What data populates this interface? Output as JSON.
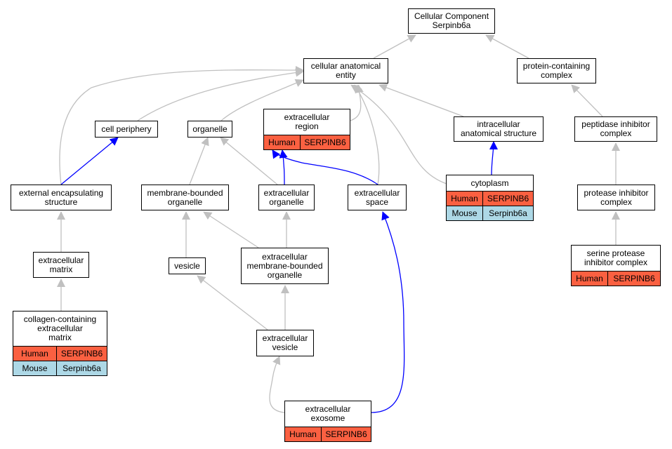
{
  "colors": {
    "gray_edge": "#c0c0c0",
    "blue_edge": "#0000ff",
    "human_fill": "#fb6041",
    "mouse_fill": "#add8e6"
  },
  "nodes": {
    "root": {
      "lines": [
        "Cellular Component",
        "Serpinb6a"
      ]
    },
    "cae": {
      "lines": [
        "cellular anatomical",
        "entity"
      ]
    },
    "pcc": {
      "lines": [
        "protein-containing",
        "complex"
      ]
    },
    "cp": {
      "lines": [
        "cell periphery"
      ]
    },
    "org": {
      "lines": [
        "organelle"
      ]
    },
    "exr": {
      "lines": [
        "extracellular",
        "region"
      ],
      "rows": [
        {
          "species": "Human",
          "gene": "SERPINB6"
        }
      ]
    },
    "ias": {
      "lines": [
        "intracellular",
        "anatomical structure"
      ]
    },
    "pic": {
      "lines": [
        "peptidase inhibitor",
        "complex"
      ]
    },
    "ees": {
      "lines": [
        "external encapsulating",
        "structure"
      ]
    },
    "mbo": {
      "lines": [
        "membrane-bounded",
        "organelle"
      ]
    },
    "exo": {
      "lines": [
        "extracellular",
        "organelle"
      ]
    },
    "exs": {
      "lines": [
        "extracellular",
        "space"
      ]
    },
    "cyto": {
      "lines": [
        "cytoplasm"
      ],
      "rows": [
        {
          "species": "Human",
          "gene": "SERPINB6"
        },
        {
          "species": "Mouse",
          "gene": "Serpinb6a"
        }
      ]
    },
    "proic": {
      "lines": [
        "protease inhibitor",
        "complex"
      ]
    },
    "ecm": {
      "lines": [
        "extracellular",
        "matrix"
      ]
    },
    "ves": {
      "lines": [
        "vesicle"
      ]
    },
    "embo": {
      "lines": [
        "extracellular",
        "membrane-bounded",
        "organelle"
      ]
    },
    "spic": {
      "lines": [
        "serine protease",
        "inhibitor complex"
      ],
      "rows": [
        {
          "species": "Human",
          "gene": "SERPINB6"
        }
      ]
    },
    "ccem": {
      "lines": [
        "collagen-containing",
        "extracellular",
        "matrix"
      ],
      "rows": [
        {
          "species": "Human",
          "gene": "SERPINB6"
        },
        {
          "species": "Mouse",
          "gene": "Serpinb6a"
        }
      ]
    },
    "exv": {
      "lines": [
        "extracellular",
        "vesicle"
      ]
    },
    "exosome": {
      "lines": [
        "extracellular",
        "exosome"
      ],
      "rows": [
        {
          "species": "Human",
          "gene": "SERPINB6"
        }
      ]
    }
  }
}
